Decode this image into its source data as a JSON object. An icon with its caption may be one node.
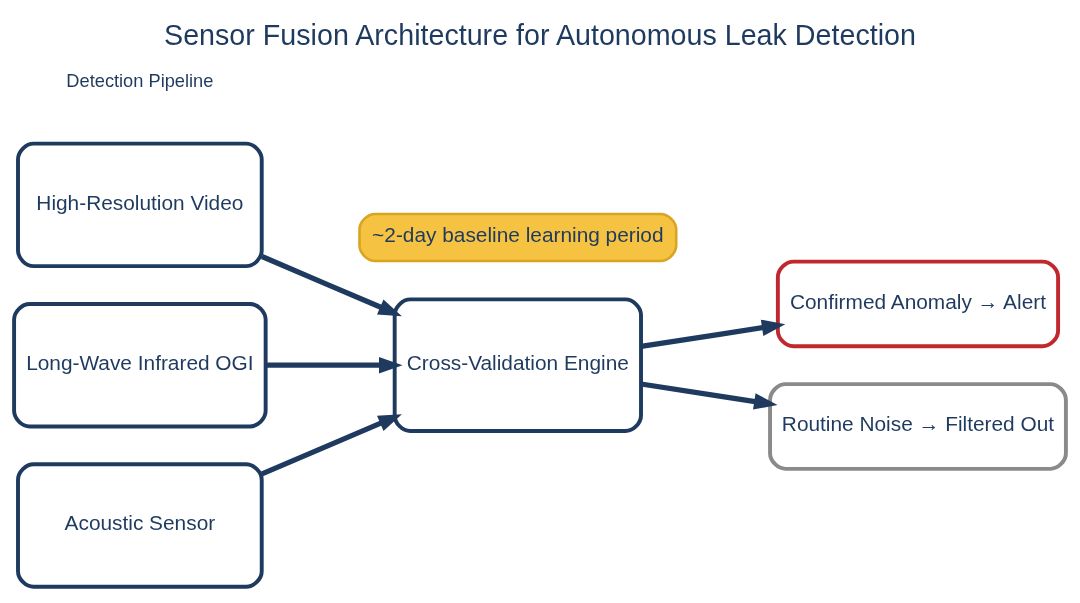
{
  "diagram": {
    "title": "Sensor Fusion Architecture for Autonomous Leak Detection",
    "nodes": [
      {
        "text": [
          "High-Resolution Video"
        ]
      },
      {
        "text": [
          "Long-Wave Infrared OGI"
        ]
      },
      {
        "text": [
          "Acoustic Sensor"
        ]
      },
      {
        "text": [
          "Cross-Validation Engine"
        ]
      },
      {
        "text": [
          "~2-day baseline learning period"
        ]
      },
      {
        "text": [
          "Confirmed Anomaly → Alert"
        ]
      },
      {
        "text": [
          "Routine Noise → Filtered Out"
        ]
      }
    ],
    "edges": [
      {
        "from": 0,
        "to": 3,
        "arrow": "to"
      },
      {
        "from": 1,
        "to": 3,
        "arrow": "to"
      },
      {
        "from": 2,
        "to": 3,
        "arrow": "to"
      },
      {
        "from": 3,
        "to": 5,
        "arrow": "to"
      },
      {
        "from": 3,
        "to": 6,
        "arrow": "to"
      }
    ],
    "labels": [
      "Detection Pipeline"
    ]
  }
}
